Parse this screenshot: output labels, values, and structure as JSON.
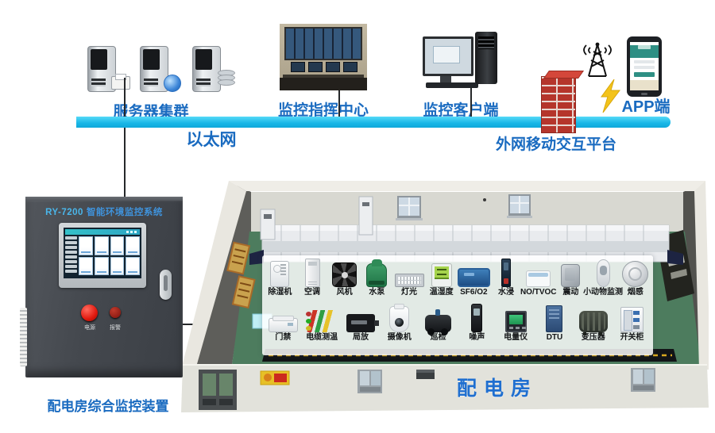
{
  "network": {
    "ethernet_label": "以太网",
    "server_cluster_label": "服务器集群",
    "command_center_label": "监控指挥中心",
    "client_label": "监控客户端",
    "platform_label": "外网移动交互平台",
    "app_label": "APP端"
  },
  "cabinet": {
    "model": "RY-7200",
    "system_name": "智能环境监控系统",
    "power_button": "电源",
    "alarm_button": "报警",
    "caption": "配电房综合监控装置"
  },
  "room": {
    "name_label": "配电房",
    "devices_row1": [
      {
        "label": "除湿机",
        "icon": "ic-dehumidifier"
      },
      {
        "label": "空调",
        "icon": "ic-ac"
      },
      {
        "label": "风机",
        "icon": "ic-fan"
      },
      {
        "label": "水泵",
        "icon": "ic-pump"
      },
      {
        "label": "灯光",
        "icon": "ic-light"
      },
      {
        "label": "温湿度",
        "icon": "ic-temphum"
      },
      {
        "label": "SF6/O2",
        "icon": "ic-sf6"
      },
      {
        "label": "水浸",
        "icon": "ic-water"
      },
      {
        "label": "NO/TVOC",
        "icon": "ic-novtoc"
      },
      {
        "label": "震动",
        "icon": "ic-vibration"
      },
      {
        "label": "小动物监测",
        "icon": "ic-animal"
      },
      {
        "label": "烟感",
        "icon": "ic-smoke"
      }
    ],
    "devices_row2": [
      {
        "label": "门禁",
        "icon": "ic-door"
      },
      {
        "label": "电缆测温",
        "icon": "ic-cable"
      },
      {
        "label": "局放",
        "icon": "ic-pd"
      },
      {
        "label": "摄像机",
        "icon": "ic-camera"
      },
      {
        "label": "巡检",
        "icon": "ic-robot"
      },
      {
        "label": "噪声",
        "icon": "ic-noise"
      },
      {
        "label": "电量仪",
        "icon": "ic-meter"
      },
      {
        "label": "DTU",
        "icon": "ic-dtu"
      },
      {
        "label": "变压器",
        "icon": "ic-transformer"
      },
      {
        "label": "开关柜",
        "icon": "ic-switchgear"
      }
    ]
  },
  "colors": {
    "accent_blue": "#1a6bc0",
    "ethernet_cyan": "#18b6e6",
    "firewall_red": "#b5352b",
    "floor_green": "#4d7c5e"
  }
}
